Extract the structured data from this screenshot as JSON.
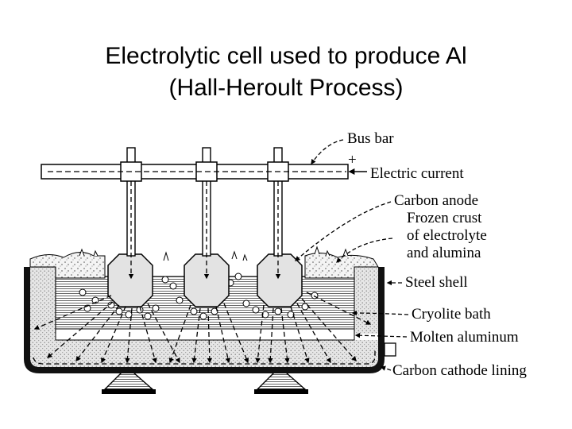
{
  "header": {
    "title_line1": "Electrolytic cell used to produce Al",
    "title_line2": "(Hall-Heroult Process)"
  },
  "diagram": {
    "labels": {
      "bus_bar": "Bus bar",
      "plus": "+",
      "electric_current": "Electric current",
      "carbon_anode": "Carbon anode",
      "frozen_crust_1": "Frozen crust",
      "frozen_crust_2": "of electrolyte",
      "frozen_crust_3": "and alumina",
      "steel_shell": "Steel shell",
      "cryolite_bath": "Cryolite bath",
      "molten_aluminum": "Molten aluminum",
      "carbon_cathode_lining": "Carbon cathode lining"
    }
  }
}
